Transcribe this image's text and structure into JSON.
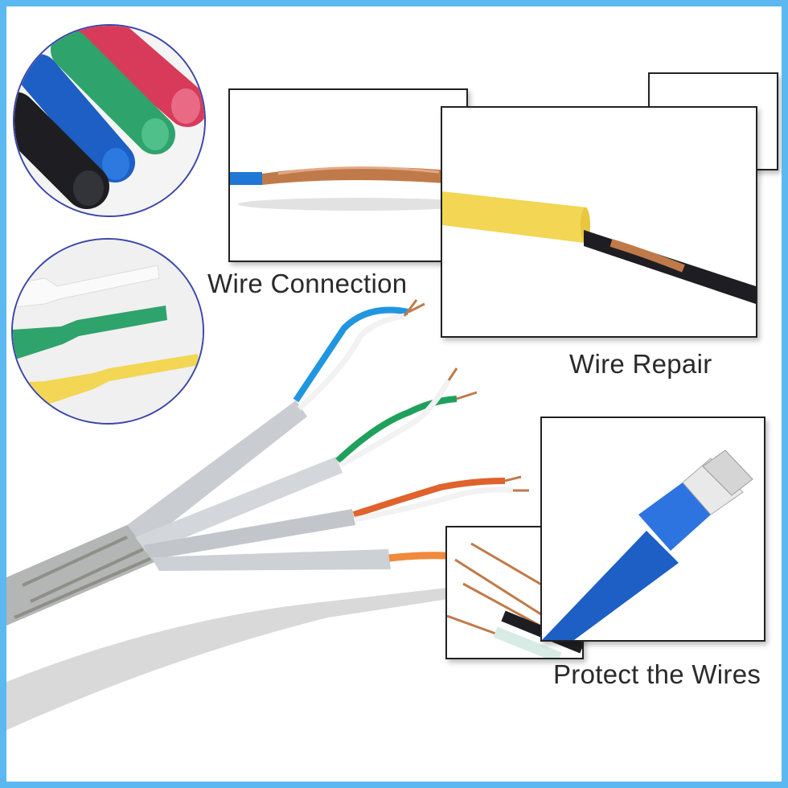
{
  "captions": {
    "wire_connection": "Wire Connection",
    "wire_repair": "Wire Repair",
    "protect_wires": "Protect the Wires"
  },
  "colors": {
    "frame": "#5bb8f0",
    "circle_border": "#3b46a8",
    "tube_black": "#1e1e22",
    "tube_blue": "#1d5fc4",
    "tube_green": "#2ea36b",
    "tube_red": "#d83a5a",
    "tube_yellow": "#f2d654",
    "copper": "#c07a4a",
    "shield_foil": "#c9cdd2"
  },
  "icons": [
    "heat-shrink-tubes-photo",
    "flat-tubes-photo",
    "ethernet-cable-photo"
  ]
}
